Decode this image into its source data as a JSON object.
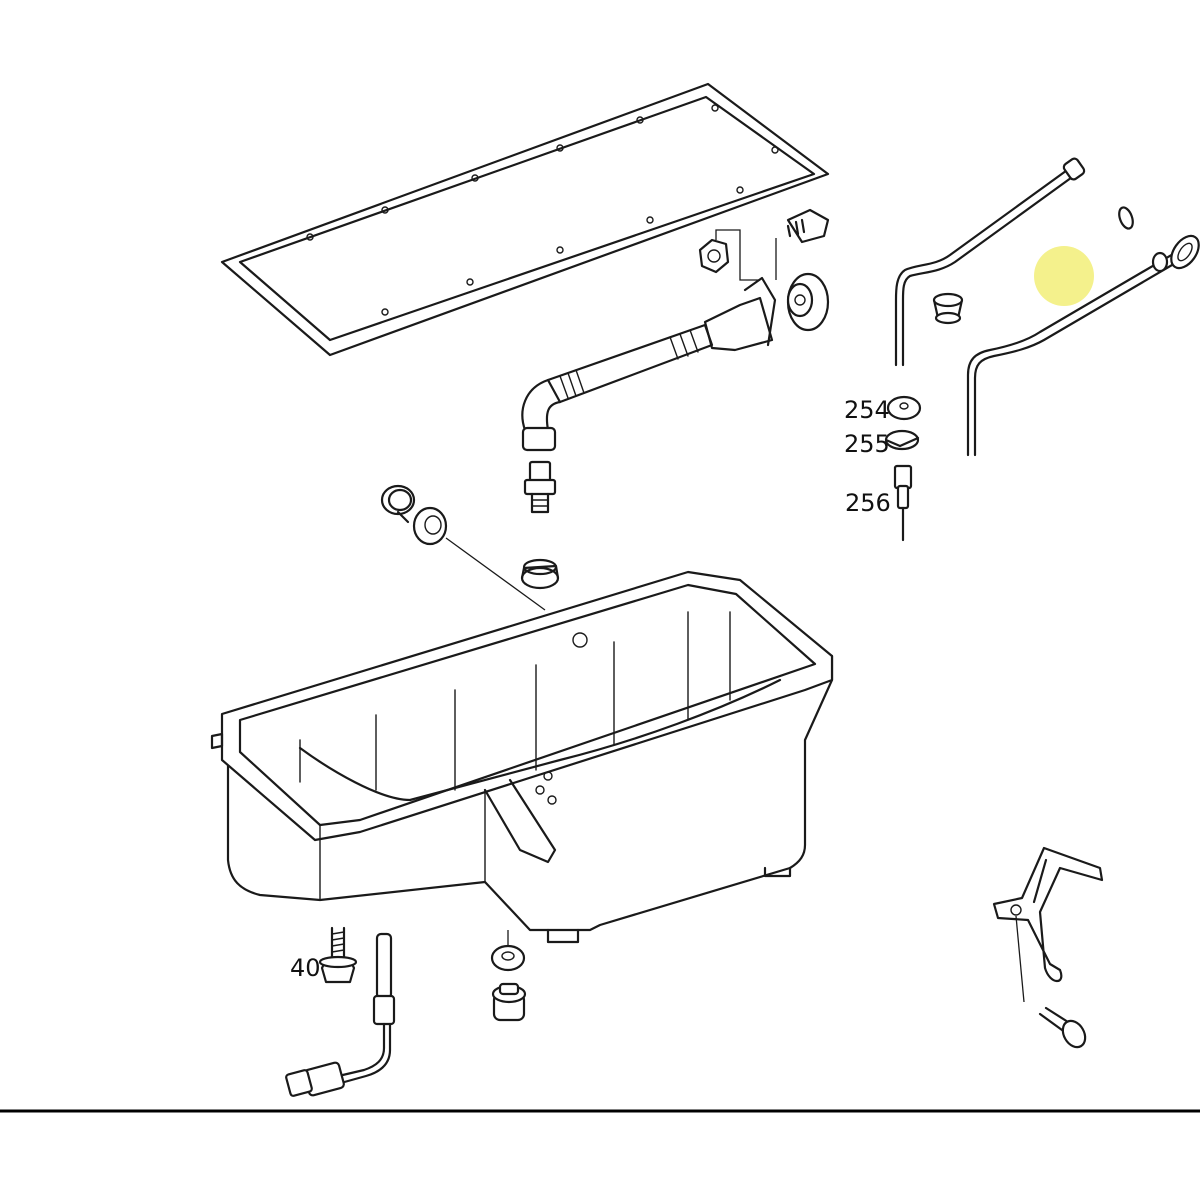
{
  "callouts": {
    "c254": "254",
    "c255": "255",
    "c256": "256",
    "c40": "40"
  },
  "highlight_color": "#f4f18c",
  "line_color": "#1a1a1a",
  "icons": [
    "gasket",
    "oil-pan",
    "breather-hose",
    "dipstick",
    "dipstick-tube",
    "bracket",
    "temperature-sensor",
    "drain-plug",
    "bolt",
    "washer",
    "grommet"
  ]
}
